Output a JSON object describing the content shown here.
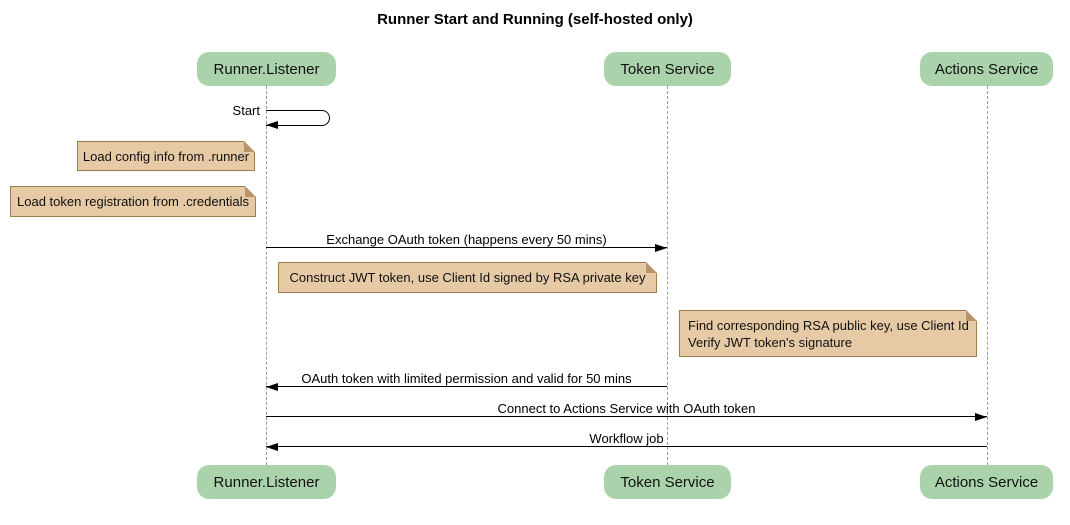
{
  "title": "Runner Start and Running (self-hosted only)",
  "participants": [
    {
      "id": "runner-listener",
      "label": "Runner.Listener"
    },
    {
      "id": "token-service",
      "label": "Token Service"
    },
    {
      "id": "actions-service",
      "label": "Actions Service"
    }
  ],
  "messages": [
    {
      "label": "Start",
      "type": "self",
      "from": "Runner.Listener",
      "to": "Runner.Listener"
    },
    {
      "label": "Exchange OAuth token (happens every 50 mins)",
      "type": "arrow",
      "from": "Runner.Listener",
      "to": "Token Service"
    },
    {
      "label": "OAuth token with limited permission and valid for 50 mins",
      "type": "arrow",
      "from": "Token Service",
      "to": "Runner.Listener"
    },
    {
      "label": "Connect to Actions Service with OAuth token",
      "type": "arrow",
      "from": "Runner.Listener",
      "to": "Actions Service"
    },
    {
      "label": "Workflow job",
      "type": "arrow",
      "from": "Actions Service",
      "to": "Runner.Listener"
    }
  ],
  "notes": [
    {
      "text": "Load config info from .runner"
    },
    {
      "text": "Load token registration from .credentials"
    },
    {
      "text": "Construct JWT token, use Client Id signed by RSA private key"
    },
    {
      "line1": "Find corresponding RSA public key, use Client Id",
      "line2": "Verify JWT token's signature"
    }
  ],
  "colors": {
    "participant_fill": "#abd3ab",
    "note_fill": "#e6c9a5",
    "note_border": "#9e7e4e",
    "lifeline": "#9a9a9a",
    "arrow": "#000000",
    "background": "#ffffff"
  }
}
